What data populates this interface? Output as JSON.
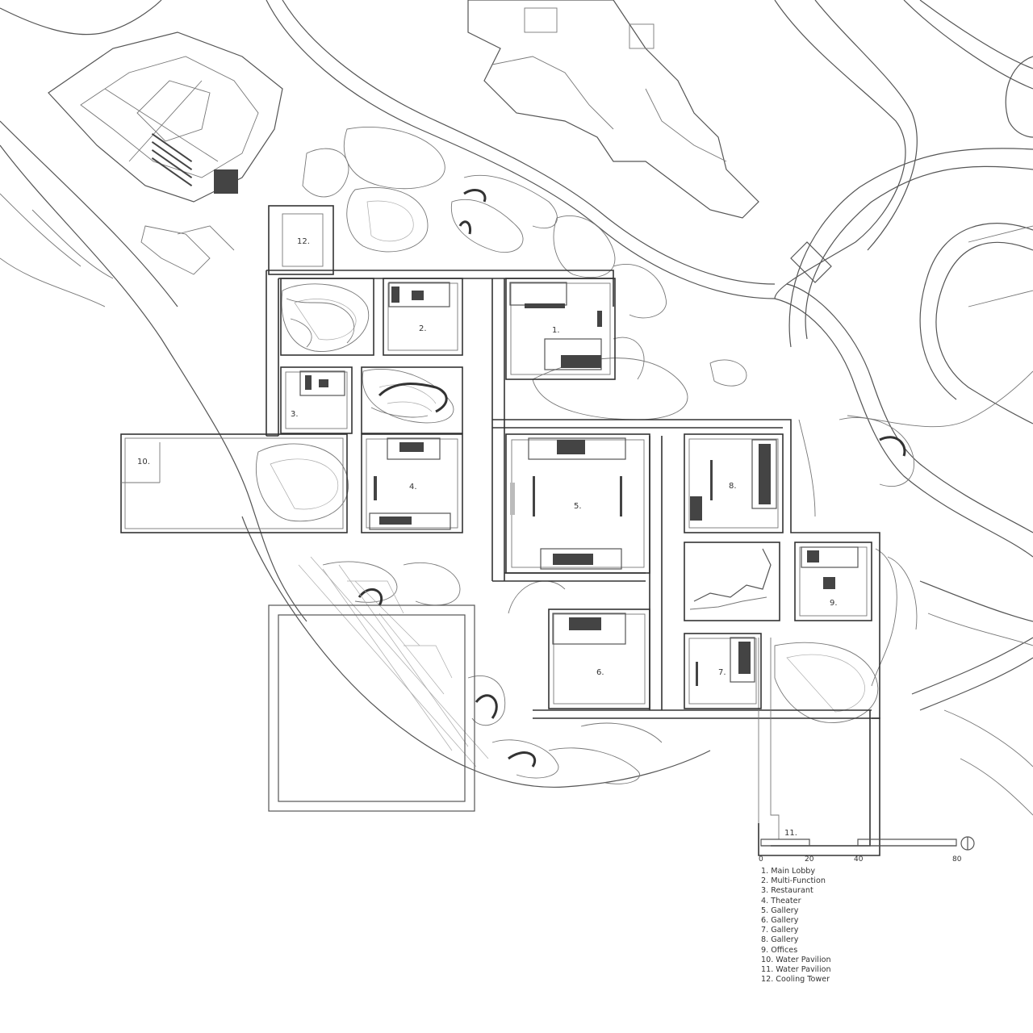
{
  "labels": {
    "b1": "1.",
    "b2": "2.",
    "b3": "3.",
    "b4": "4.",
    "b5": "5.",
    "b6": "6.",
    "b7": "7.",
    "b8": "8.",
    "b9": "9.",
    "b10": "10.",
    "b11": "11.",
    "b12": "12."
  },
  "legend": [
    "1. Main Lobby",
    "2. Multi-Function",
    "3. Restaurant",
    "4. Theater",
    "5. Gallery",
    "6. Gallery",
    "7. Gallery",
    "8. Gallery",
    "9. Offices",
    "10. Water Pavilion",
    "11. Water Pavilion",
    "12. Cooling Tower"
  ],
  "scale": {
    "ticks": [
      "0",
      "20",
      "40",
      "80"
    ]
  },
  "icons": {
    "north": "north-arrow-icon"
  }
}
